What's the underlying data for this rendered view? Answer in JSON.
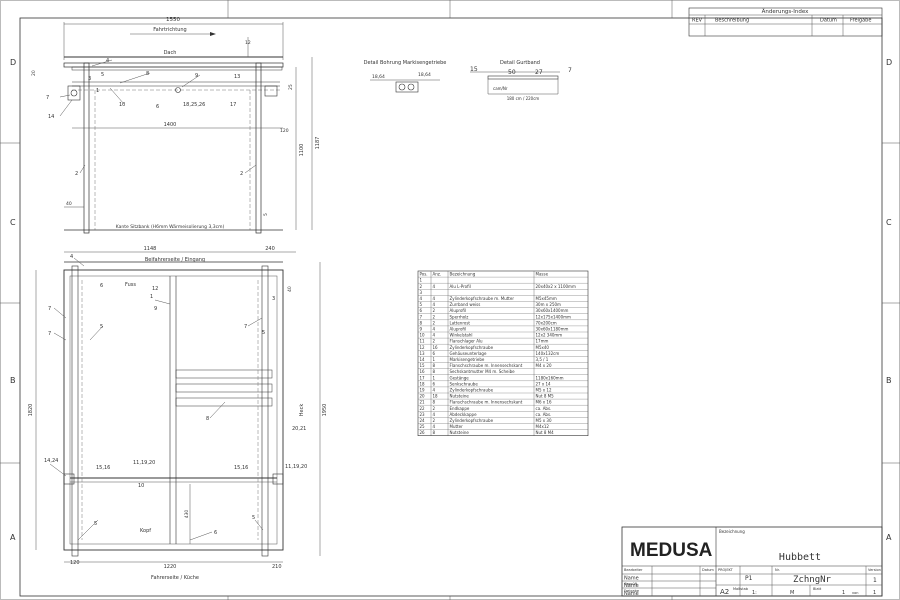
{
  "frame": {
    "zone_rows": [
      "D",
      "C",
      "B",
      "A"
    ]
  },
  "revision_table": {
    "title": "Änderungs-Index",
    "headers": [
      "REV",
      "Beschreibung",
      "Datum",
      "Freigabe"
    ]
  },
  "side_view": {
    "dim_total_width": "1550",
    "direction_label": "Fahrtrichtung",
    "roof_label": "Dach",
    "dim_inner_width": "1400",
    "dim_right_post": "120",
    "dim_height_1": "1100",
    "dim_height_2": "1187",
    "dim_left_small": "20",
    "dim_bottom_left": "40",
    "bench_label": "Kante Sitzbank (H6mm Wärmeisolierung 3,3cm)",
    "dim_top_small": "12",
    "dim_right_small": "25",
    "dim_bottom_small": "5",
    "callouts": [
      "4",
      "3",
      "5",
      "8",
      "9",
      "13",
      "7",
      "1",
      "10",
      "6",
      "18,25,26",
      "17",
      "14",
      "2",
      "2"
    ]
  },
  "detail_bore": {
    "title": "Detail Bohrung Markisengetriebe",
    "dim_a": "18,64",
    "dim_b": "18,64"
  },
  "detail_belt": {
    "title": "Detail Gurtband",
    "dims": [
      "15",
      "50",
      "27",
      "7"
    ],
    "sub_label": "cam/Nr",
    "bottom_label": "180 cm / 220cm"
  },
  "top_view": {
    "dim_width": "1148",
    "dim_right": "240",
    "passenger_label": "Beifahrerseite / Eingang",
    "feet_label": "Fuss",
    "head_label": "Kopf",
    "right_label": "Heck",
    "dim_left_height": "1820",
    "dim_right_height": "1950",
    "dim_bottom_width": "1220",
    "dim_bottom_left": "120",
    "dim_bottom_right": "210",
    "dim_inner": "430",
    "dim_right_small": "40",
    "driver_label": "Fahrerseite / Küche",
    "callouts": [
      "4",
      "6",
      "12",
      "1",
      "3",
      "9",
      "7",
      "5",
      "7",
      "7",
      "5",
      "8",
      "20,21",
      "14,24",
      "15,16",
      "11,19,20",
      "15,16",
      "11,19,20",
      "10",
      "5",
      "5",
      "6"
    ]
  },
  "parts_list": {
    "headers": [
      "Pos.",
      "Anz.",
      "Bezeichnung",
      "Masse"
    ],
    "rows": [
      [
        "1",
        "",
        "",
        ""
      ],
      [
        "2",
        "4",
        "Alu L-Profil",
        "20x40x2 x 1100mm"
      ],
      [
        "3",
        "",
        "",
        ""
      ],
      [
        "4",
        "4",
        "Zylinderkopfschraube m. Mutter",
        "M5x45mm"
      ],
      [
        "5",
        "4",
        "Zurrband weiss",
        "30m x 250m"
      ],
      [
        "6",
        "2",
        "Aluprofil",
        "30x60x1400mm"
      ],
      [
        "7",
        "2",
        "Sperrholz",
        "12x175x1400mm"
      ],
      [
        "8",
        "2",
        "Lattenrost",
        "70x200cm"
      ],
      [
        "9",
        "4",
        "Aluprofil",
        "30x60x1180mm"
      ],
      [
        "10",
        "4",
        "Winkelstahl",
        "12x2 340mm"
      ],
      [
        "11",
        "2",
        "Flanschlager Alu",
        "17mm"
      ],
      [
        "12",
        "16",
        "Zylinderkopfschraube",
        "M5x40"
      ],
      [
        "13",
        "6",
        "Gehäuseunterlage",
        "140x132cm"
      ],
      [
        "14",
        "1",
        "Markisengetriebe",
        "3,5 / 1"
      ],
      [
        "15",
        "8",
        "Flanschschraube m. Innensechskant",
        "M4 x 20"
      ],
      [
        "16",
        "8",
        "Sechskantmutter M4 m. Scheibe",
        ""
      ],
      [
        "17",
        "1",
        "Gestänge",
        "1180x160mm"
      ],
      [
        "18",
        "6",
        "Senkschraube",
        "27 x 14"
      ],
      [
        "19",
        "4",
        "Zylinderkopfschraube",
        "M5 x 12"
      ],
      [
        "20",
        "18",
        "Nutsteine",
        "Nut 8 M5"
      ],
      [
        "21",
        "8",
        "Flanschschraube m. Innensechskant",
        "M6 x 16"
      ],
      [
        "22",
        "2",
        "Endkappe",
        "ca. Abs."
      ],
      [
        "23",
        "4",
        "Abdeckkappe",
        "ca. Abs."
      ],
      [
        "24",
        "2",
        "Zylinderkopfschraube",
        "M5 x 30"
      ],
      [
        "25",
        "4",
        "Mutter",
        "M4x12"
      ],
      [
        "26",
        "8",
        "Nutsteine",
        "Nut 8 M4"
      ]
    ]
  },
  "title_block": {
    "brand": "MEDUSA",
    "bezeichnung_label": "Bezeichnung",
    "title": "Hubbett",
    "rows": [
      {
        "label": "Name",
        "value": "",
        "date": ""
      },
      {
        "label": "Name",
        "value": "",
        "date": ""
      },
      {
        "label": "Name",
        "value": "",
        "date": ""
      }
    ],
    "row_headers": [
      "Bearbeiter",
      "Geprüft",
      "Freigabe"
    ],
    "date_header": "Datum",
    "project_label": "PROJEKT",
    "project_value": "P1",
    "number_label": "Nr.",
    "number_value": "ZchngNr",
    "version_label": "Version",
    "version_value": "1",
    "format_label": "A2",
    "scale_label": "Maßstab",
    "scale_value": "1:",
    "unit_label": "M",
    "sheet_label": "Blatt",
    "sheet_value": "1",
    "sheet_of": "von",
    "sheet_total": "1"
  }
}
